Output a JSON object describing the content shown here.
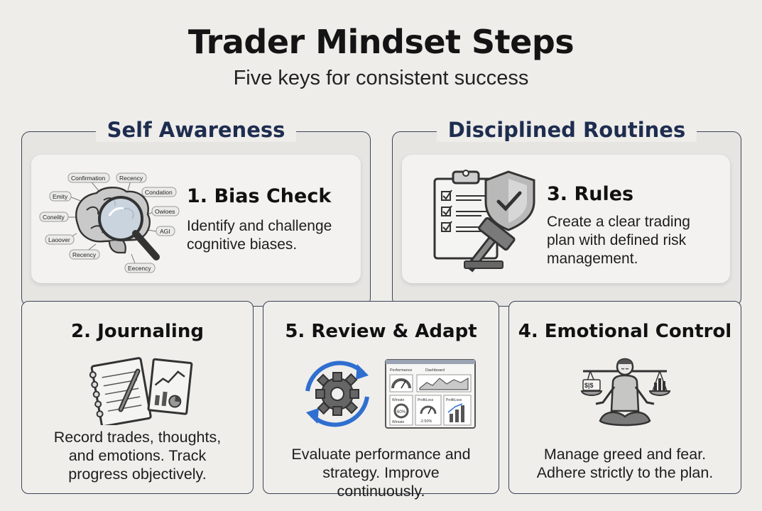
{
  "header": {
    "title": "Trader Mindset Steps",
    "subtitle": "Five keys for consistent success"
  },
  "groups": {
    "self_awareness": "Self Awareness",
    "disciplined_routines": "Disciplined Routines"
  },
  "steps": {
    "bias_check": {
      "title": "1. Bias Check",
      "description": "Identify and challenge cognitive biases.",
      "icon": "brain-magnifier-icon",
      "bias_labels": [
        "Confirmation",
        "Recency",
        "Emity",
        "Condation",
        "Conelity",
        "Owioes",
        "AGI",
        "Laoover",
        "Recency",
        "Eecency"
      ]
    },
    "journaling": {
      "title": "2. Journaling",
      "description": "Record trades, thoughts, and emotions. Track progress objectively.",
      "icon": "notebook-chart-icon"
    },
    "rules": {
      "title": "3. Rules",
      "description": "Create a clear trading plan with defined risk management.",
      "icon": "clipboard-shield-gavel-icon"
    },
    "emotional_control": {
      "title": "4. Emotional Control",
      "description": "Manage greed and fear. Adhere strictly to the plan.",
      "icon": "meditating-person-scale-icon",
      "scale_label": "$|$"
    },
    "review_adapt": {
      "title": "5. Review & Adapt",
      "description": "Evaluate performance and strategy. Improve continuously.",
      "icon": "gear-cycle-dashboard-icon",
      "dashboard": {
        "performance": "Performance",
        "dashboard": "Dashboard",
        "winrate": "Winrate",
        "winrate_value": "60%",
        "winrate_footer": "Winrate",
        "profit_loss_1": "ProfitLoss",
        "profit_loss_value": "-2.50%",
        "profit_loss_2": "ProfitLoss"
      }
    }
  },
  "colors": {
    "background": "#eeedea",
    "group_border": "#3a4456",
    "group_title": "#1e2d4f",
    "accent_blue": "#2f6fd0"
  }
}
